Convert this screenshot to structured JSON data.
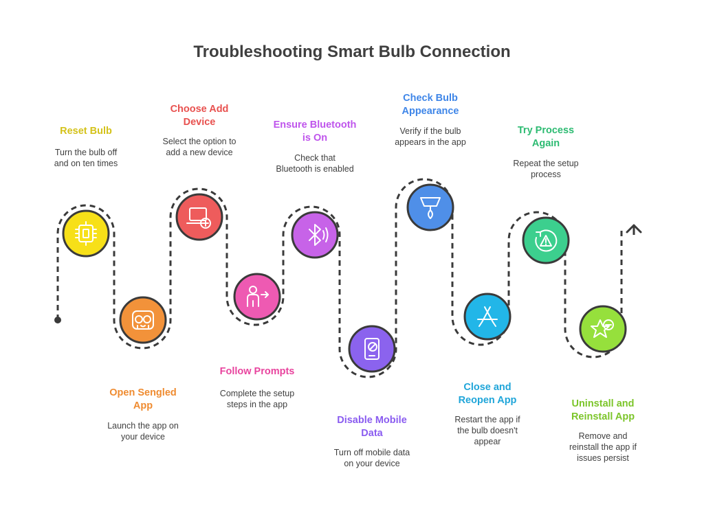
{
  "title": "Troubleshooting Smart Bulb Connection",
  "steps": [
    {
      "title": "Reset Bulb",
      "desc": "Turn the bulb off\nand on ten times",
      "color": "#f7e018",
      "text_color": "#d4c21a",
      "icon": "chip-icon"
    },
    {
      "title": "Open Sengled\nApp",
      "desc": "Launch the app on\nyour device",
      "color": "#f2923a",
      "text_color": "#ef8b30",
      "icon": "app-glasses-icon"
    },
    {
      "title": "Choose Add\nDevice",
      "desc": "Select the option to\nadd a new device",
      "color": "#ee5c5c",
      "text_color": "#e8514f",
      "icon": "laptop-add-icon"
    },
    {
      "title": "Follow Prompts",
      "desc": "Complete the setup\nsteps in the app",
      "color": "#ee5ab2",
      "text_color": "#e8449e",
      "icon": "person-arrow-icon"
    },
    {
      "title": "Ensure Bluetooth\nis On",
      "desc": "Check that\nBluetooth is enabled",
      "color": "#c763e8",
      "text_color": "#bf55ec",
      "icon": "bluetooth-icon"
    },
    {
      "title": "Disable Mobile\nData",
      "desc": "Turn off mobile data\non your device",
      "color": "#8b63ee",
      "text_color": "#8a5cf0",
      "icon": "phone-disabled-icon"
    },
    {
      "title": "Check Bulb\nAppearance",
      "desc": "Verify if the bulb\nappears in the app",
      "color": "#4f8fe8",
      "text_color": "#3f86e8",
      "icon": "lamp-icon"
    },
    {
      "title": "Close and\nReopen App",
      "desc": "Restart the app if\nthe bulb doesn't\nappear",
      "color": "#22b6e8",
      "text_color": "#1fa5d9",
      "icon": "app-store-icon"
    },
    {
      "title": "Try Process\nAgain",
      "desc": "Repeat the setup\nprocess",
      "color": "#3ccf8e",
      "text_color": "#2dbb72",
      "icon": "retry-warning-icon"
    },
    {
      "title": "Uninstall and\nReinstall App",
      "desc": "Remove and\nreinstall the app if\nissues persist",
      "color": "#96e03c",
      "text_color": "#7cc52a",
      "icon": "star-remove-icon"
    }
  ]
}
